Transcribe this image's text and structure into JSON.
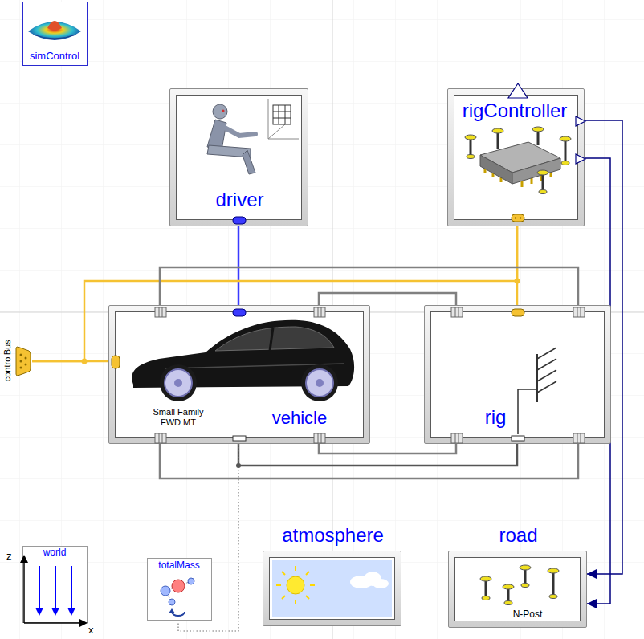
{
  "diagram": {
    "nodes": [
      {
        "text": [
          "simControl"
        ]
      },
      {
        "text": [
          "driver"
        ]
      },
      {
        "text": [
          "rigController"
        ]
      },
      {
        "text": [
          "controlBus"
        ]
      },
      {
        "text": [
          "Small Family FWD MT",
          "vehicle"
        ]
      },
      {
        "text": [
          "rig"
        ]
      },
      {
        "text": [
          "world"
        ]
      },
      {
        "text": [
          "totalMass"
        ]
      },
      {
        "text": [
          "atmosphere"
        ]
      },
      {
        "text": [
          "road",
          "N-Post"
        ]
      }
    ],
    "edges": [
      {
        "from": 1,
        "to": 4,
        "arrow": "none"
      },
      {
        "from": 3,
        "to": 4,
        "arrow": "none"
      },
      {
        "from": 3,
        "to": 2,
        "arrow": "none"
      },
      {
        "from": 2,
        "to": 5,
        "arrow": "none"
      },
      {
        "from": 4,
        "to": 5,
        "arrow": "none"
      },
      {
        "from": 4,
        "to": 5,
        "arrow": "none"
      },
      {
        "from": 4,
        "to": 5,
        "arrow": "none"
      },
      {
        "from": 4,
        "to": 5,
        "arrow": "none"
      },
      {
        "from": 4,
        "to": 5,
        "arrow": "none"
      },
      {
        "from": 4,
        "to": 7,
        "arrow": "none"
      },
      {
        "from": 2,
        "to": 9,
        "arrow": "to"
      },
      {
        "from": 2,
        "to": 9,
        "arrow": "to"
      }
    ],
    "labels": [
      "z",
      "x"
    ]
  }
}
